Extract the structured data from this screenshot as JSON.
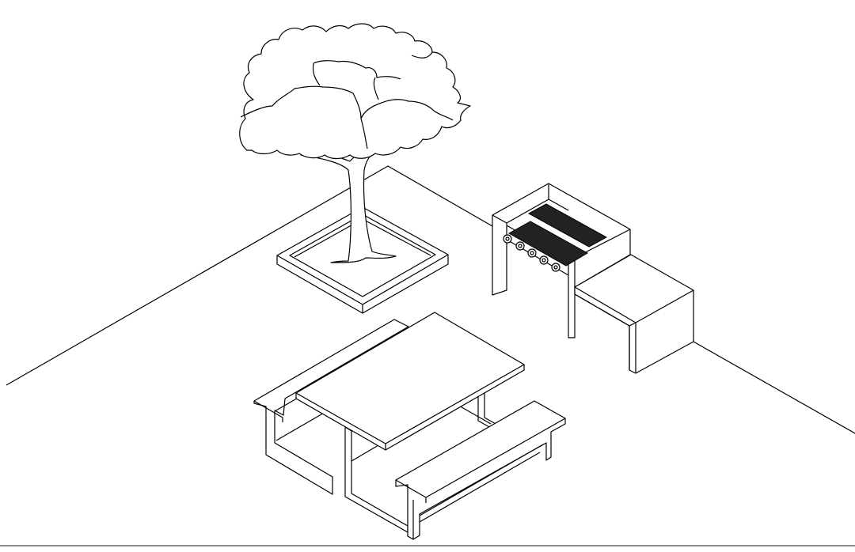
{
  "scene": {
    "type": "isometric line drawing",
    "objects": [
      "tree-in-planter",
      "barbecue-grill-with-counter",
      "picnic-table-with-benches"
    ],
    "colors": {
      "stroke": "#000000",
      "background": "#ffffff",
      "grill-grate": "#222222"
    }
  }
}
